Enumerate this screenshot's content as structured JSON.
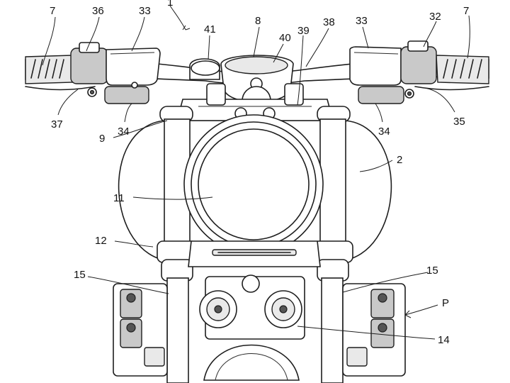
{
  "figure": {
    "reference_numerals": [
      {
        "id": "n7a",
        "text": "7"
      },
      {
        "id": "n36",
        "text": "36"
      },
      {
        "id": "n33a",
        "text": "33"
      },
      {
        "id": "n1",
        "text": "1"
      },
      {
        "id": "n41",
        "text": "41"
      },
      {
        "id": "n8",
        "text": "8"
      },
      {
        "id": "n39",
        "text": "39"
      },
      {
        "id": "n40",
        "text": "40"
      },
      {
        "id": "n38",
        "text": "38"
      },
      {
        "id": "n33b",
        "text": "33"
      },
      {
        "id": "n32",
        "text": "32"
      },
      {
        "id": "n7b",
        "text": "7"
      },
      {
        "id": "n37",
        "text": "37"
      },
      {
        "id": "n34a",
        "text": "34"
      },
      {
        "id": "n34b",
        "text": "34"
      },
      {
        "id": "n35",
        "text": "35"
      },
      {
        "id": "n9",
        "text": "9"
      },
      {
        "id": "n2",
        "text": "2"
      },
      {
        "id": "n11",
        "text": "11"
      },
      {
        "id": "n12",
        "text": "12"
      },
      {
        "id": "n15a",
        "text": "15"
      },
      {
        "id": "n15b",
        "text": "15"
      },
      {
        "id": "nP",
        "text": "P"
      },
      {
        "id": "n14",
        "text": "14"
      }
    ]
  }
}
